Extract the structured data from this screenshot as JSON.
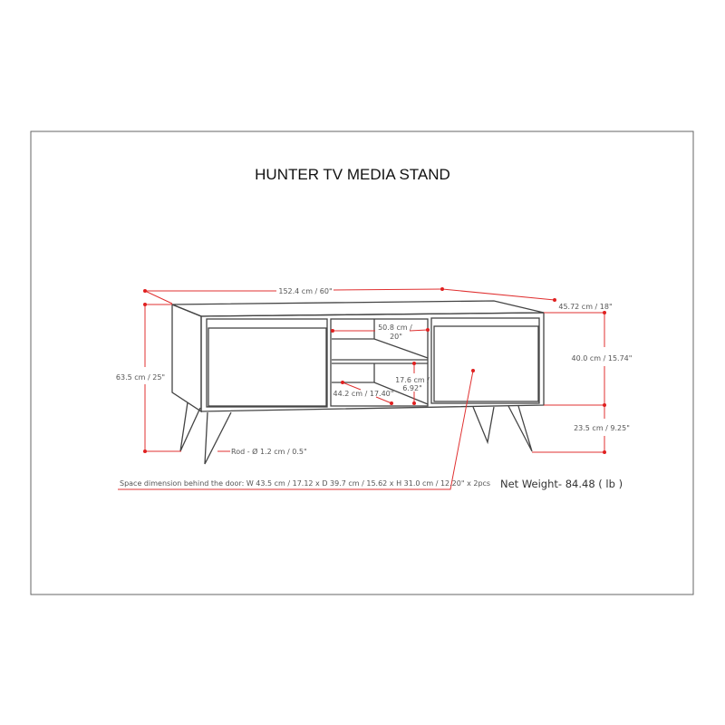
{
  "title": "HUNTER TV MEDIA STAND",
  "dimensions": {
    "width": "152.4 cm / 60\"",
    "depth": "45.72 cm / 18\"",
    "total_height": "63.5 cm / 25\"",
    "body_height": "40.0 cm / 15.74\"",
    "leg_height": "23.5 cm / 9.25\"",
    "shelf_width_line1": "50.8 cm /",
    "shelf_width_line2": "20\"",
    "shelf_height_line1": "17.6 cm /",
    "shelf_height_line2": "6.92\"",
    "shelf_depth": "44.2 cm / 17.40\"",
    "rod": "Rod - Ø 1.2 cm / 0.5\""
  },
  "space_note": "Space dimension behind the door:  W 43.5 cm / 17.12 x D 39.7 cm / 15.62 x H 31.0 cm / 12.20\" x 2pcs",
  "net_weight": "Net Weight- 84.48 ( lb )",
  "colors": {
    "dimension_line": "#e03030",
    "outline": "#444444",
    "frame": "#666666"
  }
}
